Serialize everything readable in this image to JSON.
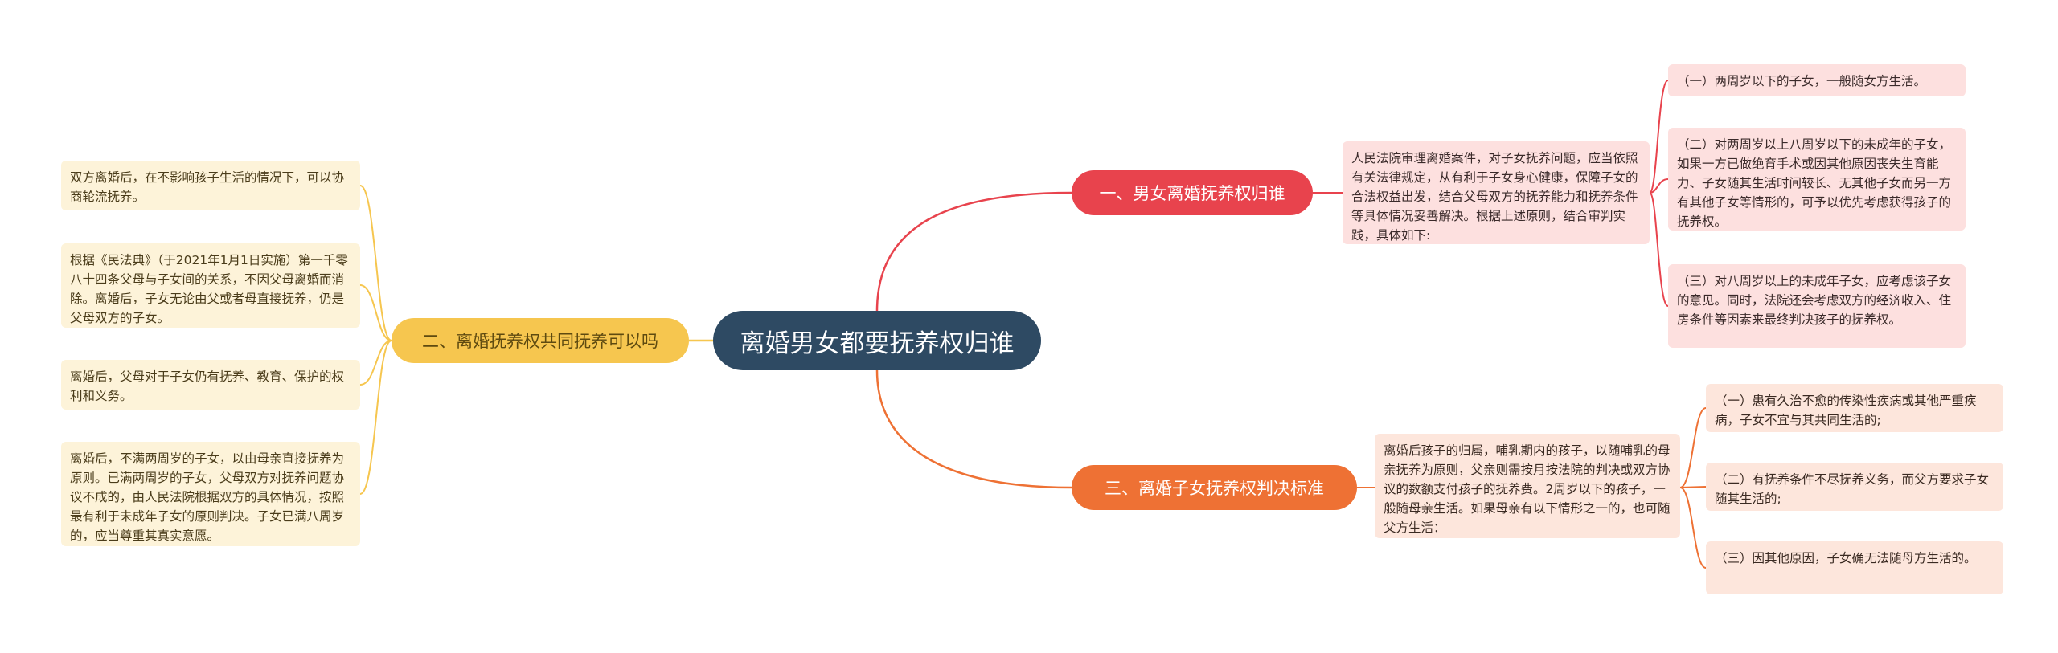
{
  "colors": {
    "root": "#2e4a63",
    "branch_one": "#e8434d",
    "branch_two": "#f6c64f",
    "branch_three": "#ee7134",
    "red_leaf_bg": "#fde0df",
    "orange_leaf_bg": "#fde6dc",
    "yellow_leaf_bg": "#fdf3d9"
  },
  "root": {
    "title": "离婚男女都要抚养权归谁"
  },
  "branch_one": {
    "label": "一、男女离婚抚养权归谁",
    "description": "人民法院审理离婚案件，对子女抚养问题，应当依照有关法律规定，从有利于子女身心健康，保障子女的合法权益出发，结合父母双方的抚养能力和抚养条件等具体情况妥善解决。根据上述原则，结合审判实践，具体如下:",
    "items": [
      "（一）两周岁以下的子女，一般随女方生活。",
      "（二）对两周岁以上八周岁以下的未成年的子女，如果一方已做绝育手术或因其他原因丧失生育能力、子女随其生活时间较长、无其他子女而另一方有其他子女等情形的，可予以优先考虑获得孩子的抚养权。",
      "（三）对八周岁以上的未成年子女，应考虑该子女的意见。同时，法院还会考虑双方的经济收入、住房条件等因素来最终判决孩子的抚养权。"
    ]
  },
  "branch_two": {
    "label": "二、离婚抚养权共同抚养可以吗",
    "items": [
      "双方离婚后，在不影响孩子生活的情况下，可以协商轮流抚养。",
      "根据《民法典》（于2021年1月1日实施）第一千零八十四条父母与子女间的关系，不因父母离婚而消除。离婚后，子女无论由父或者母直接抚养，仍是父母双方的子女。",
      "离婚后，父母对于子女仍有抚养、教育、保护的权利和义务。",
      "离婚后，不满两周岁的子女，以由母亲直接抚养为原则。已满两周岁的子女，父母双方对抚养问题协议不成的，由人民法院根据双方的具体情况，按照最有利于未成年子女的原则判决。子女已满八周岁的，应当尊重其真实意愿。"
    ]
  },
  "branch_three": {
    "label": "三、离婚子女抚养权判决标准",
    "description": "离婚后孩子的归属，哺乳期内的孩子，以随哺乳的母亲抚养为原则，父亲则需按月按法院的判决或双方协议的数额支付孩子的抚养费。2周岁以下的孩子，一般随母亲生活。如果母亲有以下情形之一的，也可随父方生活：",
    "items": [
      "（一）患有久治不愈的传染性疾病或其他严重疾病，子女不宜与其共同生活的;",
      "（二）有抚养条件不尽抚养义务，而父方要求子女随其生活的;",
      "（三）因其他原因，子女确无法随母方生活的。"
    ]
  }
}
